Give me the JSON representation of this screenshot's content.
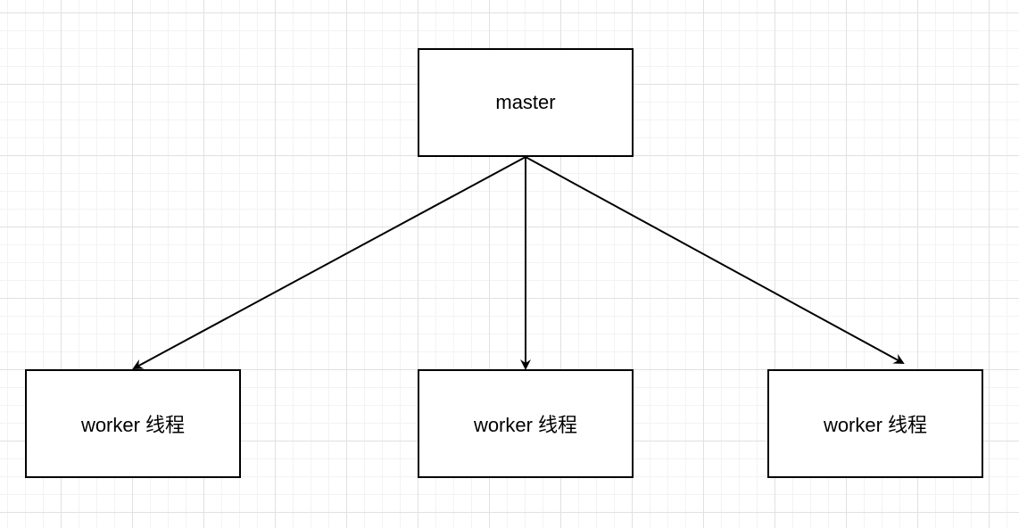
{
  "diagram": {
    "nodes": [
      {
        "id": "master",
        "label": "master"
      },
      {
        "id": "worker-1",
        "label": "worker 线程"
      },
      {
        "id": "worker-2",
        "label": "worker 线程"
      },
      {
        "id": "worker-3",
        "label": "worker 线程"
      }
    ],
    "edges": [
      {
        "from": "master",
        "to": "worker-1"
      },
      {
        "from": "master",
        "to": "worker-2"
      },
      {
        "from": "master",
        "to": "worker-3"
      }
    ]
  },
  "colors": {
    "stroke": "#000000",
    "node_fill": "#ffffff",
    "grid_major": "#e1e1e1",
    "grid_minor": "#f3f3f3"
  }
}
